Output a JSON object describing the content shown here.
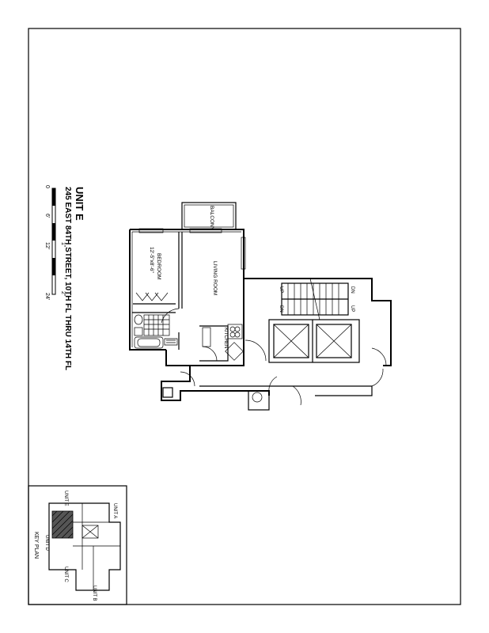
{
  "title_block": {
    "unit": "UNIT E",
    "address": "245 EAST 84TH STREET, 10TH FL THRU 14TH FL"
  },
  "scale_bar": {
    "ticks": [
      "0",
      "6'",
      "12'",
      "1\"",
      "2\"",
      "24'"
    ]
  },
  "rooms": {
    "balcony": "BALCONY",
    "bedroom": "BEDROOM",
    "bedroom_dims": "12'-5\"x8'-6\"",
    "living_room": "LIVING ROOM",
    "kitchen": "KITCHEN"
  },
  "stairs": {
    "labels": [
      "UP",
      "DN",
      "UP",
      "DN"
    ]
  },
  "key_plan": {
    "title": "KEY PLAN",
    "units": [
      "UNIT A",
      "UNIT B",
      "UNIT C",
      "UNIT D",
      "UNIT E"
    ]
  }
}
